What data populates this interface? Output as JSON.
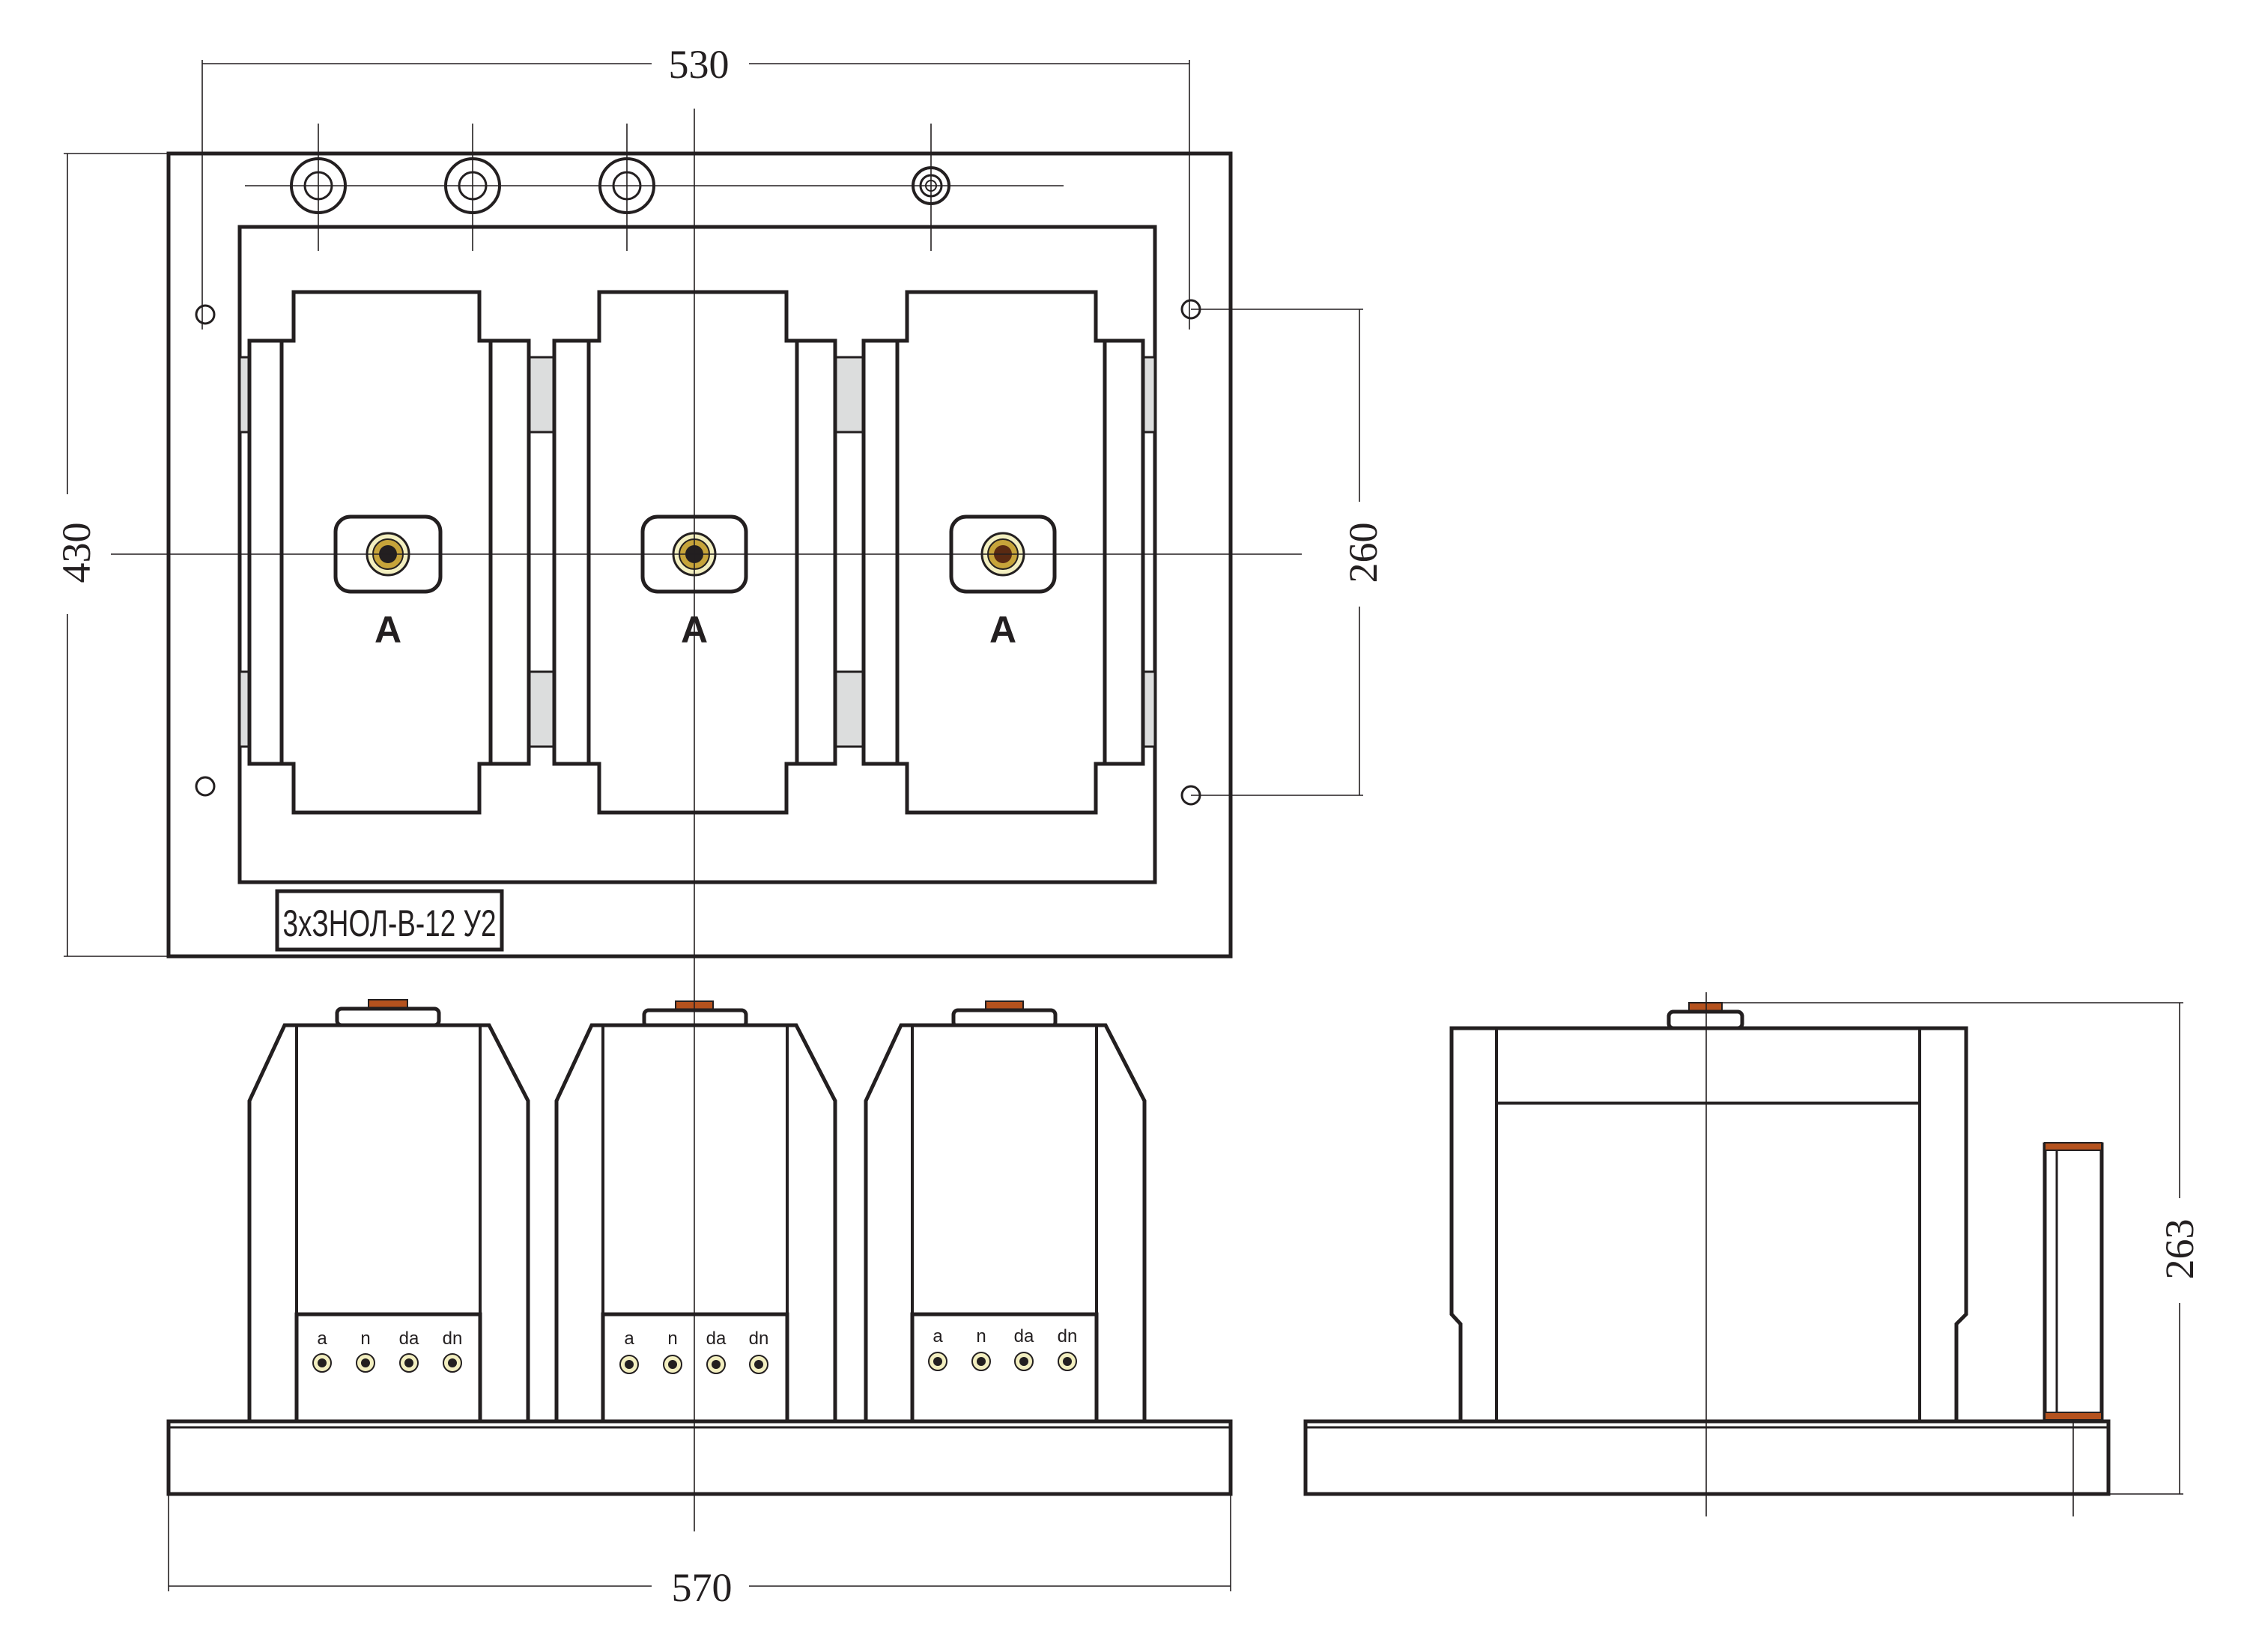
{
  "model_label": "3хЗНОЛ-В-12 У2",
  "dimensions": {
    "top_width": "530",
    "base_width": "570",
    "total_height": "430",
    "mounting_distance": "260",
    "side_height": "263"
  },
  "phase_label": "A",
  "terminal_labels": [
    "a",
    "n",
    "da",
    "dn"
  ],
  "colors": {
    "line": "#231f20",
    "copper": "#b5521e",
    "copper_light": "#d9895a",
    "bushing_ring": "#f3efc0",
    "bushing_gold": "#c7a43a",
    "spacer": "#dcdddd"
  }
}
